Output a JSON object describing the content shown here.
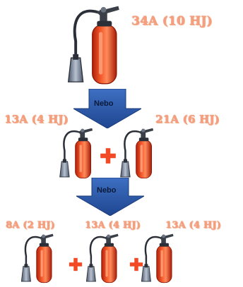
{
  "diagram": {
    "top_label": "34A (10 HJ)",
    "arrow1_label": "Nebo",
    "row2": {
      "left_label": "13A (4 HJ)",
      "right_label": "21A (6 HJ)"
    },
    "arrow2_label": "Nebo",
    "row3": {
      "labels": [
        "8A (2 HJ)",
        "13A (4 HJ)",
        "13A (4 HJ)"
      ]
    },
    "colors": {
      "extinguisher_body": "#e8401c",
      "label": "#f4a07e",
      "arrow": "#2d5aa8",
      "plus": "#f24a26"
    }
  }
}
